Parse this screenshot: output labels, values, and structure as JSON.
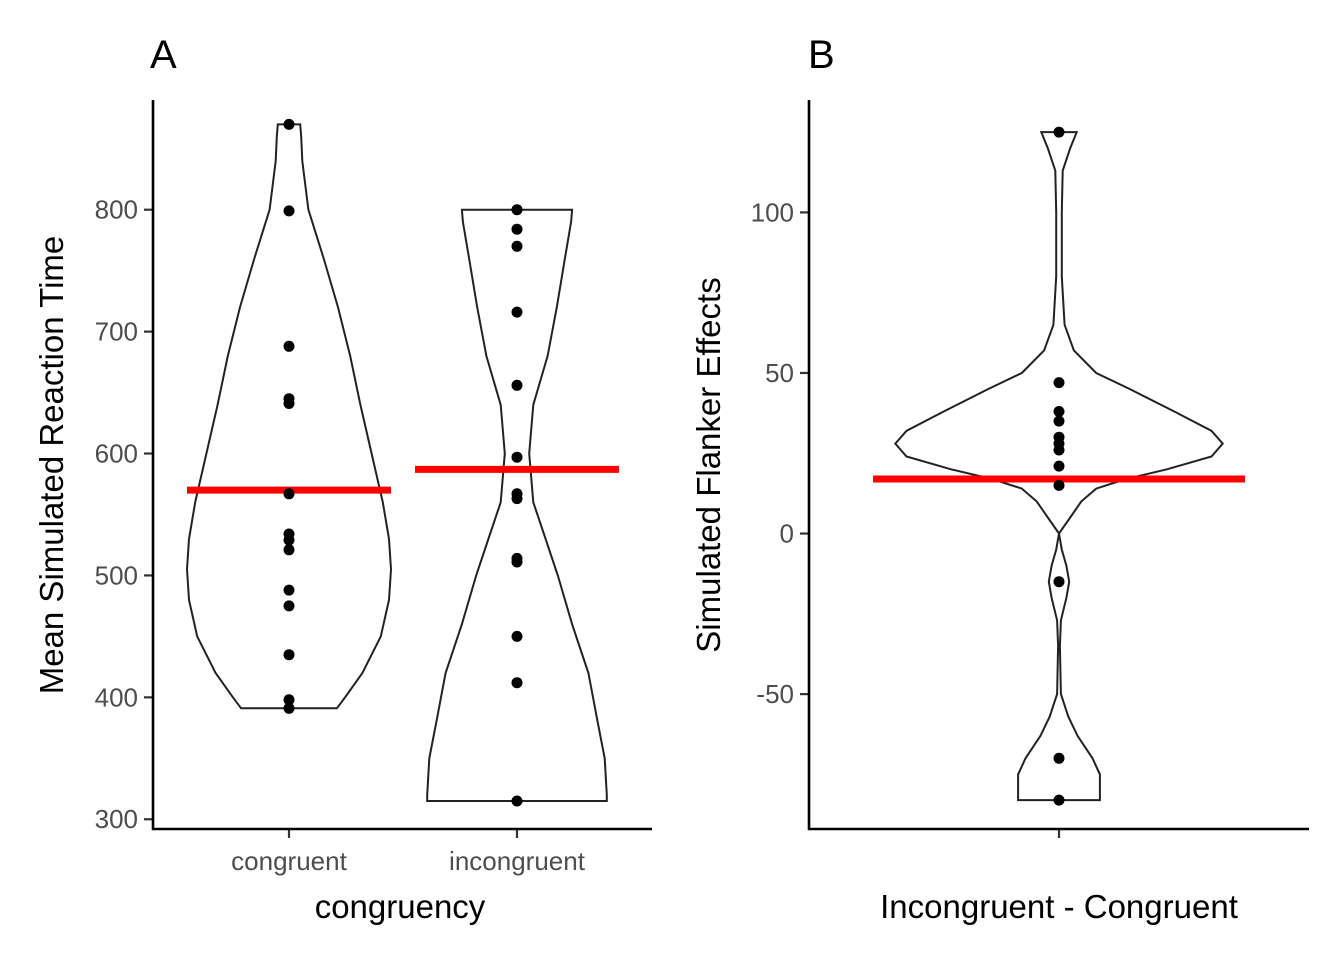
{
  "chart_data": [
    {
      "type": "violin",
      "panel_label": "A",
      "xlabel": "congruency",
      "ylabel": "Mean Simulated Reaction Time",
      "categories": [
        "congruent",
        "incongruent"
      ],
      "yticks": [
        300,
        400,
        500,
        600,
        700,
        800
      ],
      "ylim": [
        292,
        890
      ],
      "series": [
        {
          "category": "congruent",
          "mean": 570,
          "points": [
            870,
            799,
            688,
            645,
            641,
            567,
            534,
            529,
            521,
            488,
            475,
            435,
            398,
            391
          ]
        },
        {
          "category": "incongruent",
          "mean": 587,
          "points": [
            800,
            784,
            770,
            716,
            656,
            597,
            567,
            563,
            514,
            511,
            450,
            412,
            315
          ]
        }
      ],
      "grid": false,
      "legend": "none",
      "mean_color": "#ff0000"
    },
    {
      "type": "violin",
      "panel_label": "B",
      "xlabel": "Incongruent - Congruent",
      "ylabel": "Simulated Flanker Effects",
      "categories": [
        ""
      ],
      "yticks": [
        -50,
        0,
        50,
        100
      ],
      "yticklabels": [
        "-50",
        "0",
        "50",
        "100"
      ],
      "ylim": [
        -92,
        135
      ],
      "series": [
        {
          "category": "",
          "mean": 17,
          "points": [
            125,
            47,
            38,
            35,
            30,
            28,
            26,
            21,
            15,
            -15,
            -70,
            -83
          ]
        }
      ],
      "grid": false,
      "legend": "none",
      "mean_color": "#ff0000"
    }
  ]
}
